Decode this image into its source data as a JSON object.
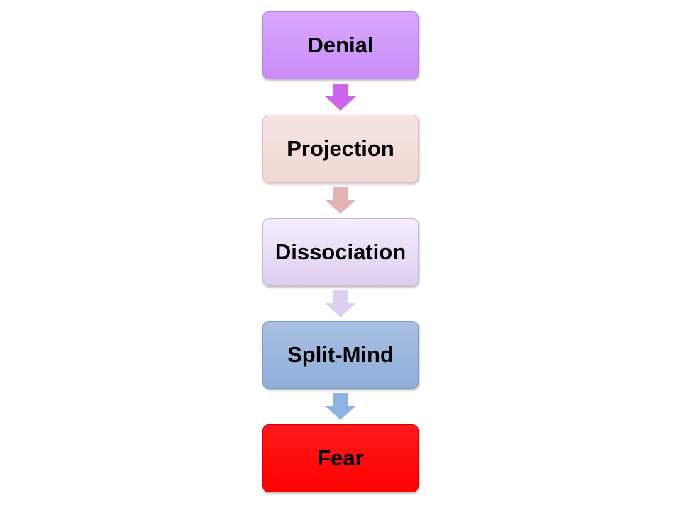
{
  "diagram": {
    "nodes": [
      {
        "label": "Denial",
        "fill_top": "#d9a8ff",
        "fill_bottom": "#c98cf7",
        "border": "#b77ee0"
      },
      {
        "label": "Projection",
        "fill_top": "#f6e4e2",
        "fill_bottom": "#efd7d5",
        "border": "#dcbfbd"
      },
      {
        "label": "Dissociation",
        "fill_top": "#f4eefc",
        "fill_bottom": "#ddcdef",
        "border": "#c9b6dd"
      },
      {
        "label": "Split-Mind",
        "fill_top": "#a9c0e2",
        "fill_bottom": "#8faed8",
        "border": "#7a98c2"
      },
      {
        "label": "Fear",
        "fill_top": "#ff1a1a",
        "fill_bottom": "#ff0000",
        "border": "#d40000"
      }
    ],
    "arrows": [
      {
        "from": "Denial",
        "to": "Projection",
        "color": "#cc66ee"
      },
      {
        "from": "Projection",
        "to": "Dissociation",
        "color": "#e3b3b3"
      },
      {
        "from": "Dissociation",
        "to": "Split-Mind",
        "color": "#ddd0ee"
      },
      {
        "from": "Split-Mind",
        "to": "Fear",
        "color": "#8db3e0"
      }
    ]
  }
}
